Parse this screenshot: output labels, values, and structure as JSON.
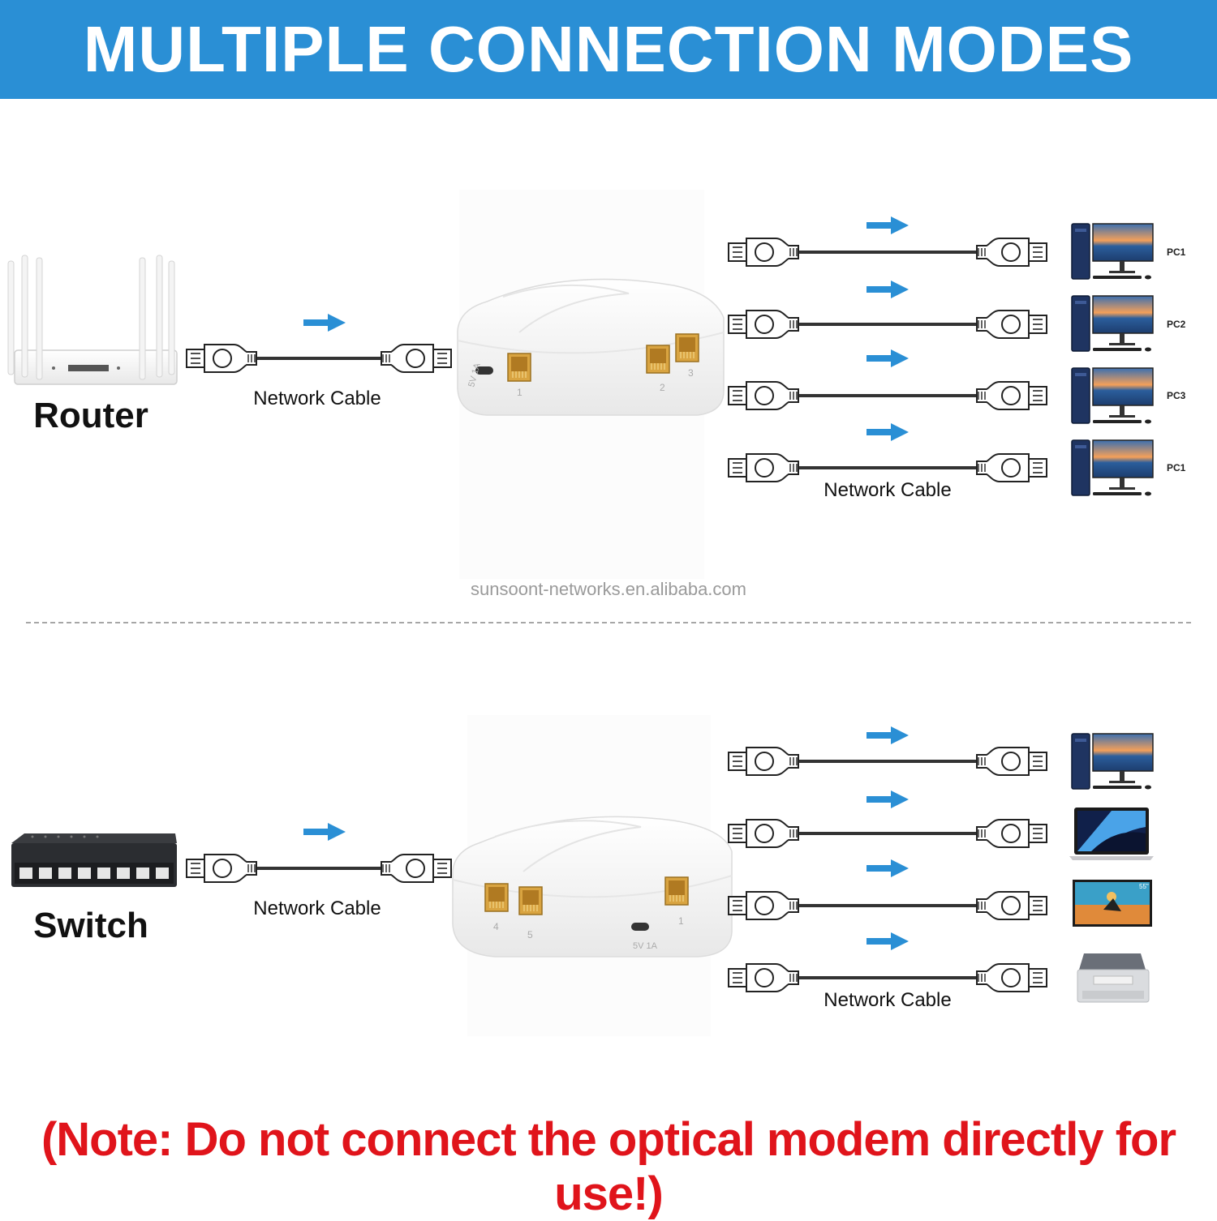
{
  "header": {
    "title": "MULTIPLE CONNECTION MODES"
  },
  "colors": {
    "header_bg": "#2a8fd5",
    "arrow": "#2a8fd5",
    "note": "#e0141b",
    "port": "#d9a441"
  },
  "section_router": {
    "source_label": "Router",
    "input_cable_label": "Network Cable",
    "output_cable_label": "Network Cable",
    "switch_port_labels": [
      "5V 1A",
      "1",
      "2",
      "3"
    ],
    "pc_labels": [
      "PC1",
      "PC2",
      "PC3",
      "PC1"
    ]
  },
  "watermark": "sunsoont-networks.en.alibaba.com",
  "section_switch": {
    "source_label": "Switch",
    "input_cable_label": "Network Cable",
    "output_cable_label": "Network Cable",
    "switch_port_labels": [
      "4",
      "5",
      "5V 1A",
      "1"
    ],
    "devices": [
      "desktop-pc-icon",
      "laptop-icon",
      "tv-icon",
      "printer-icon"
    ],
    "tv_badge": "55\""
  },
  "note": "(Note: Do not connect the optical modem directly for use!)"
}
